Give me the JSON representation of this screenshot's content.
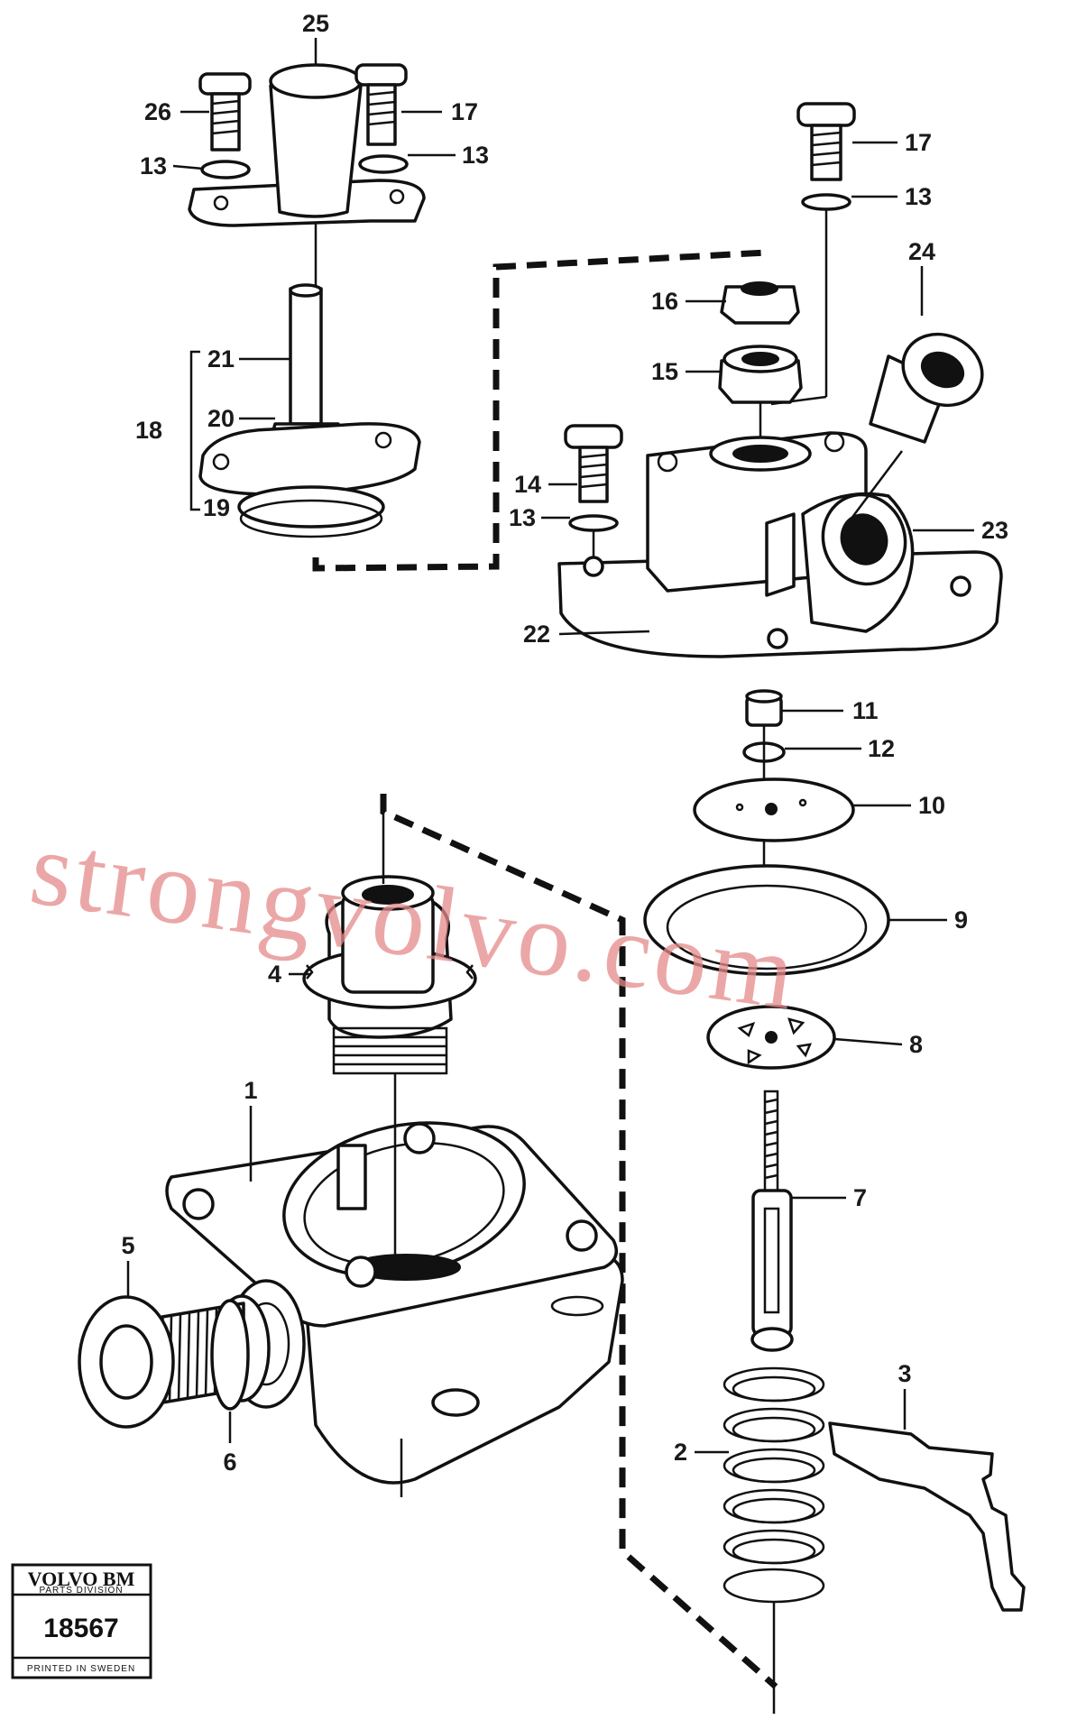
{
  "diagram": {
    "callouts": {
      "c1": "1",
      "c2": "2",
      "c3": "3",
      "c4": "4",
      "c5": "5",
      "c6": "6",
      "c7": "7",
      "c8": "8",
      "c9": "9",
      "c10": "10",
      "c11": "11",
      "c12": "12",
      "c13a": "13",
      "c13b": "13",
      "c13c": "13",
      "c13d": "13",
      "c14": "14",
      "c15": "15",
      "c16": "16",
      "c17a": "17",
      "c17b": "17",
      "c18": "18",
      "c19": "19",
      "c20": "20",
      "c21": "21",
      "c22": "22",
      "c23": "23",
      "c24": "24",
      "c25": "25",
      "c26": "26"
    },
    "watermark": "strongvolvo.com",
    "badge": {
      "brand": "VOLVO BM",
      "division": "PARTS DIVISION",
      "number": "18567",
      "printed": "PRINTED IN SWEDEN"
    }
  }
}
